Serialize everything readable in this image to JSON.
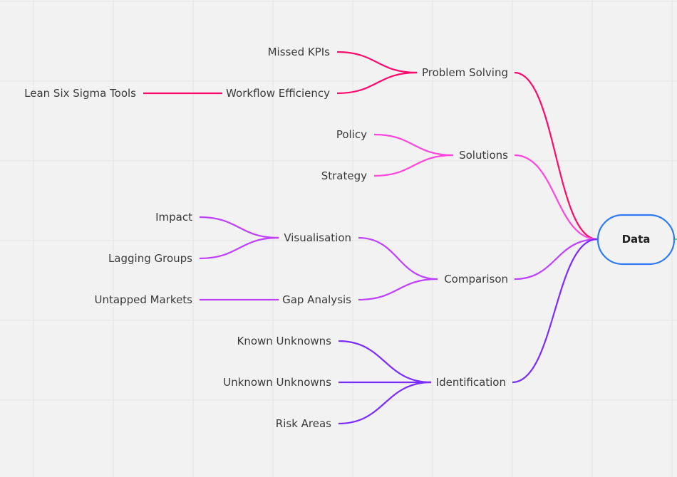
{
  "root": {
    "label": "Data",
    "border_color": "#2f7bf5"
  },
  "branches": [
    {
      "id": "problem",
      "label": "Problem Solving",
      "color": "#ff0a6c",
      "children": [
        {
          "label": "Missed KPIs",
          "children": []
        },
        {
          "label": "Workflow Efficiency",
          "children": [
            {
              "label": "Lean Six Sigma Tools"
            }
          ]
        }
      ]
    },
    {
      "id": "solutions",
      "label": "Solutions",
      "color": "#ff47dc",
      "children": [
        {
          "label": "Policy",
          "children": []
        },
        {
          "label": "Strategy",
          "children": []
        }
      ]
    },
    {
      "id": "comparison",
      "label": "Comparison",
      "color": "#c040ff",
      "children": [
        {
          "label": "Visualisation",
          "children": [
            {
              "label": "Impact"
            },
            {
              "label": "Lagging Groups"
            }
          ]
        },
        {
          "label": "Gap Analysis",
          "children": [
            {
              "label": "Untapped Markets"
            }
          ]
        }
      ]
    },
    {
      "id": "identification",
      "label": "Identification",
      "color": "#7b2cff",
      "children": [
        {
          "label": "Known Unknowns",
          "children": []
        },
        {
          "label": "Unknown Unknowns",
          "children": []
        },
        {
          "label": "Risk Areas",
          "children": []
        }
      ]
    }
  ]
}
